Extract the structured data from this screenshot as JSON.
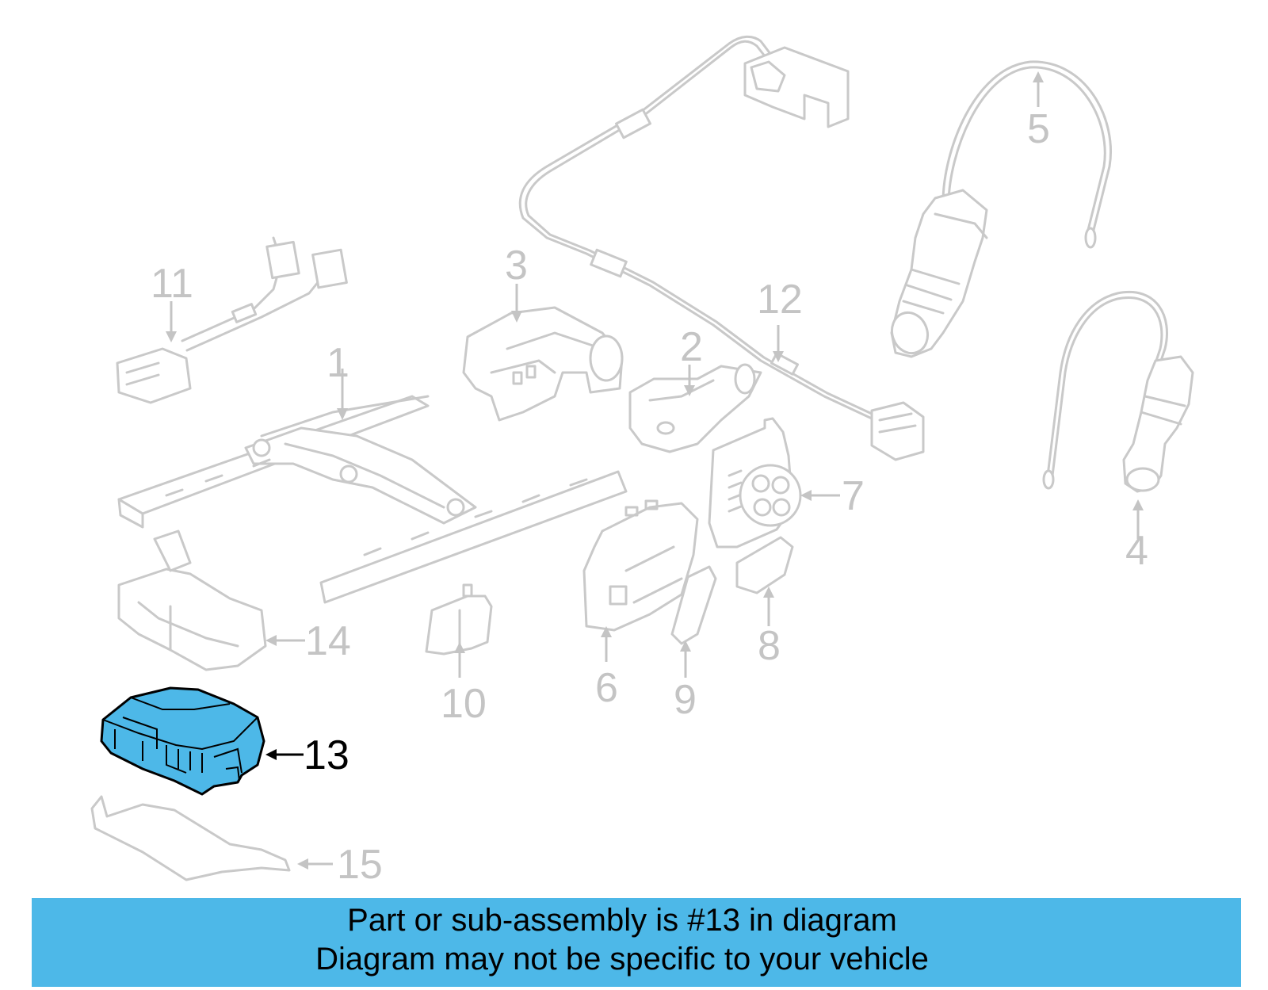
{
  "callouts": [
    {
      "id": "1",
      "label": "1",
      "highlighted": false
    },
    {
      "id": "2",
      "label": "2",
      "highlighted": false
    },
    {
      "id": "3",
      "label": "3",
      "highlighted": false
    },
    {
      "id": "4",
      "label": "4",
      "highlighted": false
    },
    {
      "id": "5",
      "label": "5",
      "highlighted": false
    },
    {
      "id": "6",
      "label": "6",
      "highlighted": false
    },
    {
      "id": "7",
      "label": "7",
      "highlighted": false
    },
    {
      "id": "8",
      "label": "8",
      "highlighted": false
    },
    {
      "id": "9",
      "label": "9",
      "highlighted": false
    },
    {
      "id": "10",
      "label": "10",
      "highlighted": false
    },
    {
      "id": "11",
      "label": "11",
      "highlighted": false
    },
    {
      "id": "12",
      "label": "12",
      "highlighted": false
    },
    {
      "id": "13",
      "label": "13",
      "highlighted": true
    },
    {
      "id": "14",
      "label": "14",
      "highlighted": false
    },
    {
      "id": "15",
      "label": "15",
      "highlighted": false
    }
  ],
  "banner": {
    "line1": "Part or sub-assembly is #13 in diagram",
    "line2": "Diagram may not be specific to your vehicle"
  },
  "colors": {
    "highlight": "#4db8e8",
    "part_outline": "#c9c9c9",
    "callout_text": "#c4c4c4",
    "highlight_outline": "#000000"
  }
}
